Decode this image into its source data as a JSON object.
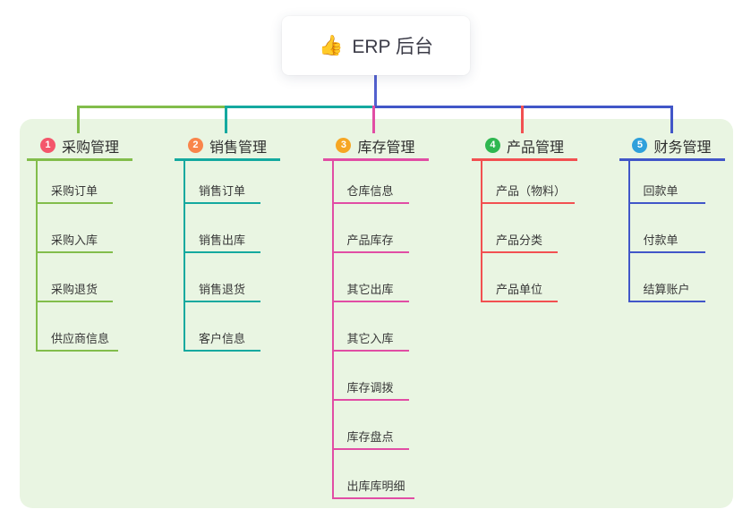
{
  "root": {
    "icon": "👍",
    "label": "ERP 后台"
  },
  "colors": {
    "page_bg": "#FFFFFF",
    "panel_bg": "#E9F5E2",
    "root_edge": "#5361CF",
    "root_text": "#3B3B47",
    "node_text": "#333333"
  },
  "branches": [
    {
      "number": "1",
      "label": "采购管理",
      "badge_color": "#F4566B",
      "line_color": "#82BD4B",
      "children": [
        "采购订单",
        "采购入库",
        "采购退货",
        "供应商信息"
      ]
    },
    {
      "number": "2",
      "label": "销售管理",
      "badge_color": "#F9854B",
      "line_color": "#14A99F",
      "children": [
        "销售订单",
        "销售出库",
        "销售退货",
        "客户信息"
      ]
    },
    {
      "number": "3",
      "label": "库存管理",
      "badge_color": "#F6A623",
      "line_color": "#E14DA4",
      "children": [
        "仓库信息",
        "产品库存",
        "其它出库",
        "其它入库",
        "库存调拨",
        "库存盘点",
        "出库库明细"
      ]
    },
    {
      "number": "4",
      "label": "产品管理",
      "badge_color": "#2FB750",
      "line_color": "#F25051",
      "children": [
        "产品（物料）",
        "产品分类",
        "产品单位"
      ]
    },
    {
      "number": "5",
      "label": "财务管理",
      "badge_color": "#2FA0DB",
      "line_color": "#4156C8",
      "children": [
        "回款单",
        "付款单",
        "结算账户"
      ]
    }
  ]
}
